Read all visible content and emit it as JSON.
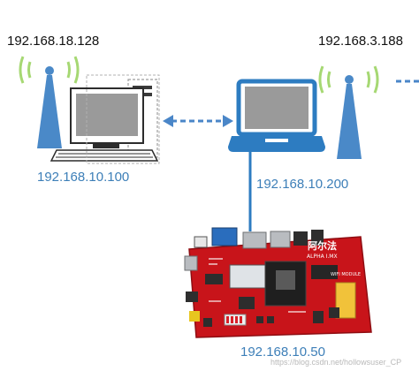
{
  "labels": {
    "pc1_wifi_ip": "192.168.18.128",
    "laptop_wifi_ip": "192.168.3.188",
    "pc1_lan_ip": "192.168.10.100",
    "laptop_lan_ip": "192.168.10.200",
    "board_ip": "192.168.10.50",
    "watermark": "https://blog.csdn.net/hollowsuser_CP"
  },
  "board_marks": {
    "brand_cn": "阿尔法",
    "brand_en": "ALPHA I.MX",
    "wifi_module": "WIFI MODULE"
  },
  "colors": {
    "link_blue": "#2d7cc1",
    "arrow_blue": "#4a86c8",
    "label_blue": "#3d7fb8",
    "tower_blue": "#4a89c8",
    "wifi_green": "#9fd46a",
    "pcb_red": "#c8141a"
  }
}
